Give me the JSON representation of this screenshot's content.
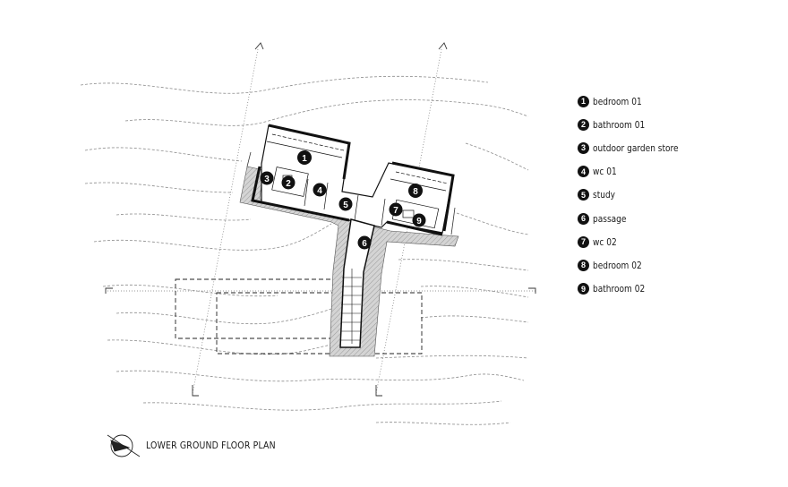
{
  "legend": [
    {
      "num": "1",
      "label": "bedroom 01"
    },
    {
      "num": "2",
      "label": "bathroom 01"
    },
    {
      "num": "3",
      "label": "outdoor garden store"
    },
    {
      "num": "4",
      "label": "wc 01"
    },
    {
      "num": "5",
      "label": "study"
    },
    {
      "num": "6",
      "label": "passage"
    },
    {
      "num": "7",
      "label": "wc 02"
    },
    {
      "num": "8",
      "label": "bedroom 02"
    },
    {
      "num": "9",
      "label": "bathroom 02"
    }
  ],
  "room_tags": [
    "1",
    "2",
    "3",
    "4",
    "5",
    "6",
    "7",
    "8",
    "9"
  ],
  "caption": "LOWER GROUND FLOOR PLAN",
  "colors": {
    "ink": "#111111",
    "hatch": "#9a9a9a",
    "contour": "#8c8c8c"
  },
  "icons": {
    "north": "north-arrow-icon"
  }
}
